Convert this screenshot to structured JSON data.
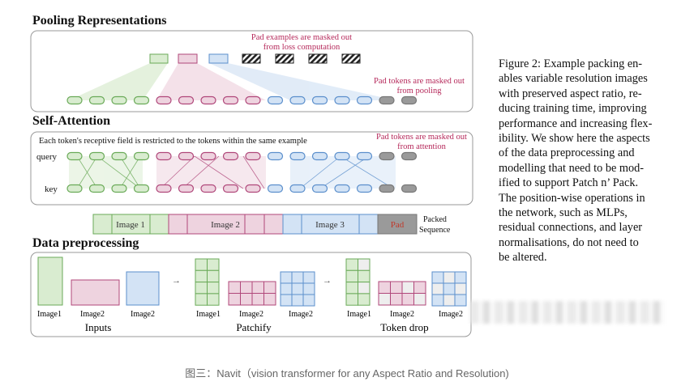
{
  "sections": {
    "pooling": "Pooling Representations",
    "self_attention": "Self-Attention",
    "data_preprocessing": "Data preprocessing"
  },
  "notes": {
    "pad_examples_1": "Pad examples are masked out",
    "pad_examples_2": "from loss computation",
    "pad_tokens_pool_1": "Pad tokens are masked out",
    "pad_tokens_pool_2": "from pooling",
    "receptive_field": "Each token's receptive field is restricted to the tokens within the same example",
    "pad_tokens_attn_1": "Pad tokens are masked out",
    "pad_tokens_attn_2": "from attention"
  },
  "row_labels": {
    "query": "query",
    "key": "key"
  },
  "packed": {
    "image1": "Image 1",
    "image2": "Image 2",
    "image3": "Image 3",
    "pad": "Pad",
    "label_1": "Packed",
    "label_2": "Sequence"
  },
  "preproc": {
    "inputs_labels": [
      "Image1",
      "Image2",
      "Image2"
    ],
    "patchify_labels": [
      "Image1",
      "Image2",
      "Image2"
    ],
    "tokendrop_labels": [
      "Image1",
      "Image2",
      "Image2"
    ],
    "inputs": "Inputs",
    "patchify": "Patchify",
    "token_drop": "Token drop",
    "arrow": "→"
  },
  "caption_lines": [
    "Figure 2: Example packing en-",
    "ables variable resolution images",
    "with preserved aspect ratio, re-",
    "ducing training time, improving",
    "performance and increasing flex-",
    "ibility. We show here the aspects",
    "of the data preprocessing and",
    "modelling that need to be mod-",
    "ified to support Patch n’ Pack.",
    "The position-wise operations in",
    "the network, such as MLPs,",
    "residual connections, and layer",
    "normalisations, do not need to",
    "be altered."
  ],
  "bottom_caption": "图三：Navit（vision transformer for any Aspect Ratio and Resolution)",
  "colors": {
    "green_fill": "#d9ecd0",
    "green_stroke": "#6aaa58",
    "pink_fill": "#eed3df",
    "pink_stroke": "#b0477a",
    "blue_fill": "#d3e3f5",
    "blue_stroke": "#5b8fcc",
    "gray_fill": "#9a9a9a",
    "pad_red": "#c0392b",
    "note_red": "#b5285a"
  }
}
